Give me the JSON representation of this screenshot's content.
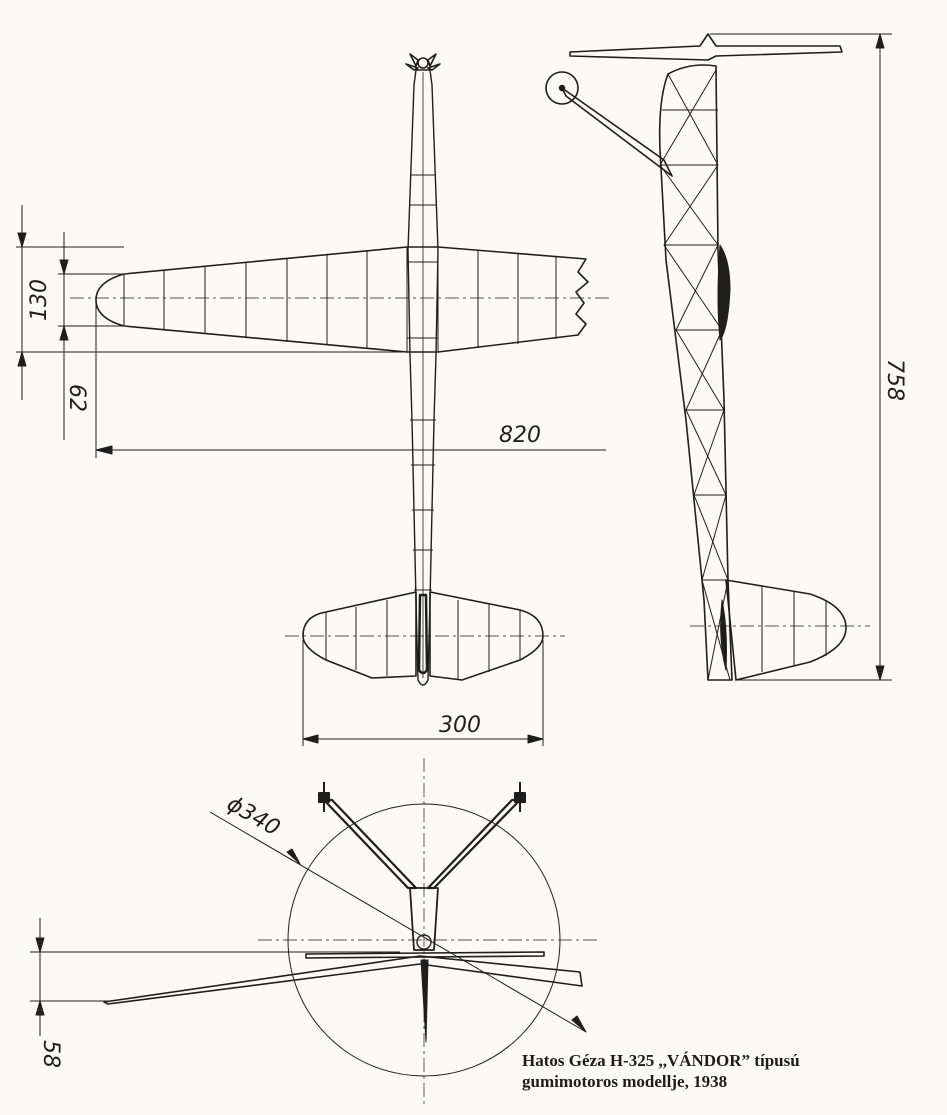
{
  "dimensions": {
    "span": "820",
    "wing_chord": "130",
    "wing_offset": "62",
    "length": "758",
    "stab_span": "300",
    "prop_diameter": "ϕ340",
    "dihedral_height": "58"
  },
  "caption": {
    "line1": "Hatos Géza H-325 ,,VÁNDOR” típusú",
    "line2": "gumimotoros modellje, 1938"
  },
  "colors": {
    "ink": "#1e1e1e",
    "paper": "#fbfaf6"
  }
}
